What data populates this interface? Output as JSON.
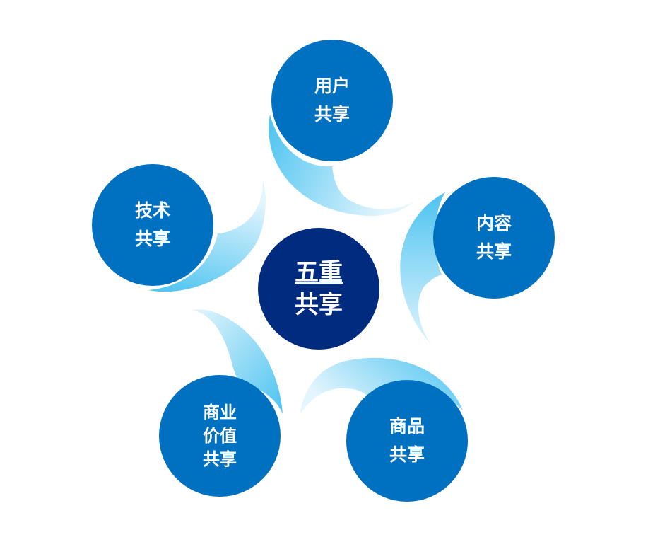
{
  "diagram": {
    "type": "radial-cycle",
    "colors": {
      "outer_node": "#0070c0",
      "center_node": "#002b7f",
      "swoosh_light": "#dff3fc",
      "swoosh_strong": "#4cc3f0",
      "text": "#ffffff"
    },
    "center": {
      "line1": "五重",
      "line2": "共享"
    },
    "nodes": [
      {
        "id": "user",
        "line1": "用户",
        "line2": "共享"
      },
      {
        "id": "content",
        "line1": "内容",
        "line2": "共享"
      },
      {
        "id": "goods",
        "line1": "商品",
        "line2": "共享"
      },
      {
        "id": "business-value",
        "line1": "商业",
        "line2": "价值",
        "line3": "共享"
      },
      {
        "id": "tech",
        "line1": "技术",
        "line2": "共享"
      }
    ]
  }
}
